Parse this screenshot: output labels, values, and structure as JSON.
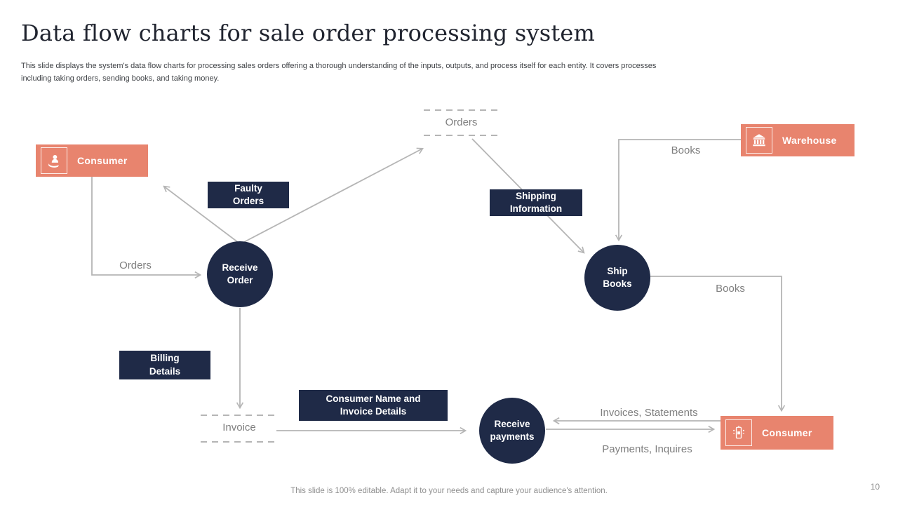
{
  "slide": {
    "title": "Data flow charts for sale order processing system",
    "description": "This slide displays the system's data flow charts for processing sales orders offering  a thorough understanding of the inputs, outputs, and process itself for each entity.  It covers processes  including taking orders, sending books, and taking money.",
    "footer_note": "This slide is 100% editable. Adapt it to your needs and capture your audience's attention.",
    "page_number": "10"
  },
  "colors": {
    "accent_salmon": "#E8846E",
    "navy": "#1F2A47",
    "connector_gray": "#B5B5B5",
    "flow_label_gray": "#7F7F7F"
  },
  "diagram": {
    "entities": [
      {
        "id": "consumer-top",
        "label": "Consumer",
        "icon": "customer-care-icon"
      },
      {
        "id": "warehouse",
        "label": "Warehouse",
        "icon": "warehouse-building-icon"
      },
      {
        "id": "consumer-bottom",
        "label": "Consumer",
        "icon": "mobile-payment-icon"
      }
    ],
    "processes": [
      {
        "id": "receive-order",
        "label": "Receive Order"
      },
      {
        "id": "ship-books",
        "label": "Ship Books"
      },
      {
        "id": "receive-payments",
        "label": "Receive payments"
      }
    ],
    "annotations": {
      "faulty_orders": "Faulty Orders",
      "shipping_information": "Shipping Information",
      "billing_details": "Billing Details",
      "consumer_invoice": "Consumer Name and Invoice Details"
    },
    "flow_labels": {
      "orders_store": "Orders",
      "orders_input": "Orders",
      "books_from_warehouse": "Books",
      "books_to_consumer": "Books",
      "invoice_store": "Invoice",
      "invoices_statements": "Invoices, Statements",
      "payments_inquires": "Payments, Inquires"
    }
  }
}
